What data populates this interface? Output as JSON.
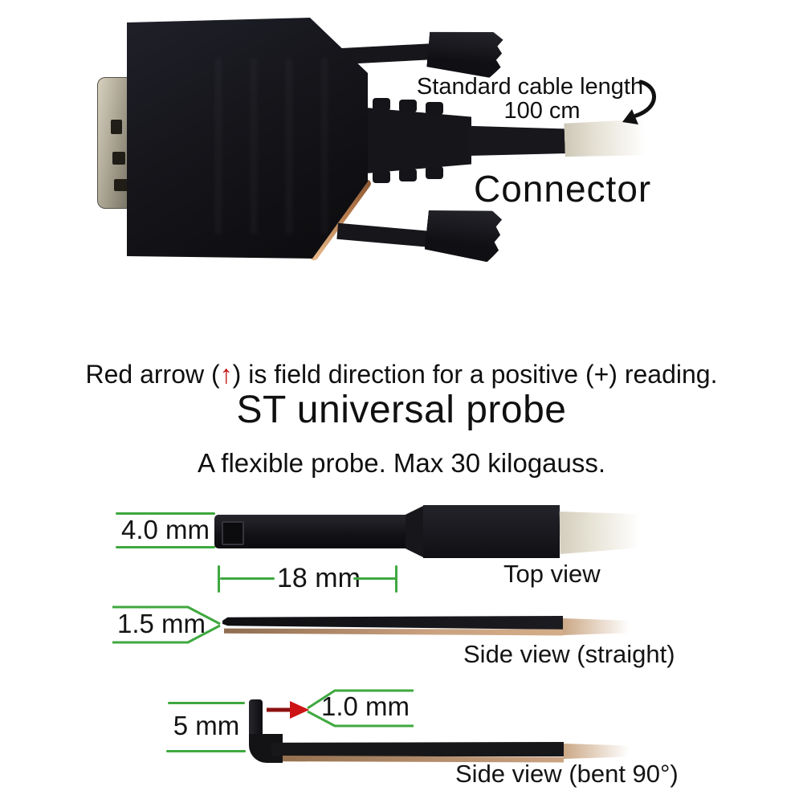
{
  "connector_section": {
    "cable_length_line1": "Standard cable length",
    "cable_length_line2": "100 cm",
    "connector_label": "Connector"
  },
  "note": {
    "pre": "Red arrow (",
    "arrow": "↑",
    "post": ") is field direction for a positive (+) reading."
  },
  "title": "ST universal probe",
  "subtitle": "A flexible probe. Max 30 kilogauss.",
  "top_view": {
    "width": "4.0 mm",
    "length": "18 mm",
    "label": "Top view"
  },
  "side_straight": {
    "thickness": "1.5 mm",
    "label": "Side view (straight)"
  },
  "side_bent": {
    "stem": "5 mm",
    "tip": "1.0 mm",
    "label": "Side view (bent 90°)"
  },
  "colors": {
    "annotation_green": "#3fa83f",
    "arrow_red": "#cc1414",
    "arrow_dark_red": "#8c1010",
    "probe_black": "#17171b",
    "copper": "#c49a78",
    "cable_cream": "#ddd8c6"
  }
}
